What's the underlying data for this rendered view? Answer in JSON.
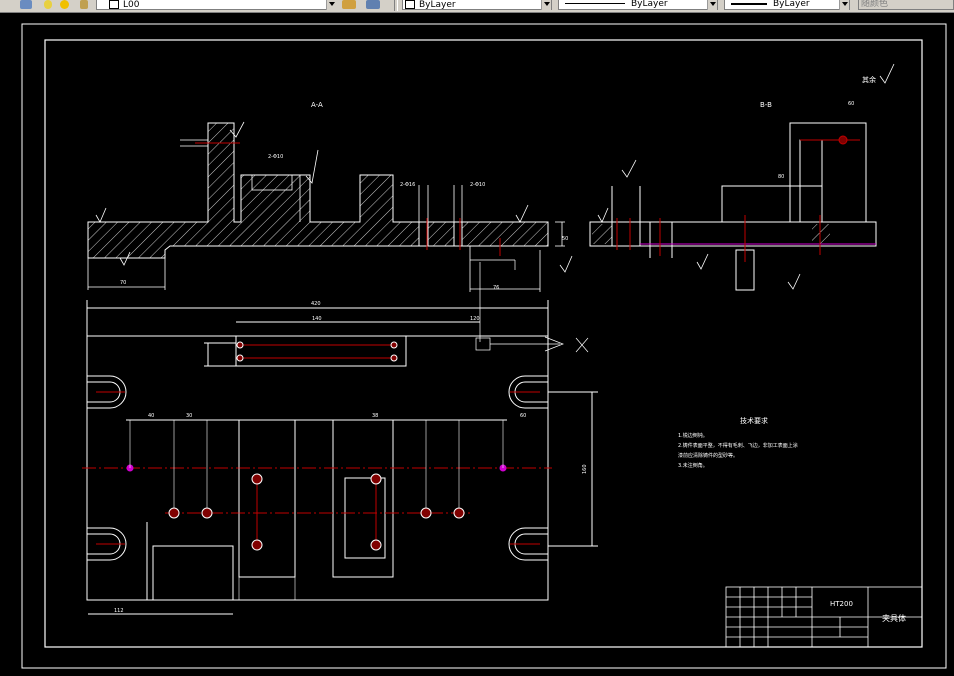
{
  "toolbar": {
    "layer_value": "L00",
    "color_value": "ByLayer",
    "linetype_value": "ByLayer",
    "lineweight_value": "ByLayer",
    "plotstyle_value": "随颜色"
  },
  "drawing": {
    "section_a_label": "A-A",
    "section_b_label": "B-B",
    "other_roughness": "其余",
    "overall_width": "420",
    "dim_140": "140",
    "dim_120": "120",
    "dim_60": "60",
    "dim_160": "160",
    "dim_112": "112",
    "dim_70": "70",
    "dim_40": "40",
    "dim_30": "30",
    "dim_76": "76",
    "dim_38": "38",
    "dim_50": "50",
    "dim_80": "80",
    "holes_a": "2-Φ10",
    "holes_b": "2-Φ10",
    "holes_c": "2-Φ16",
    "tech_title": "技术要求",
    "tech_lines": [
      "1.锐边倒钝。",
      "2.铸件表面平整，不得有毛刺、飞边，非加工表面上涂",
      "漆前应清除铸件的型砂等。",
      "3.未注倒角。"
    ],
    "material": "HT200",
    "part_name": "夹具体"
  }
}
